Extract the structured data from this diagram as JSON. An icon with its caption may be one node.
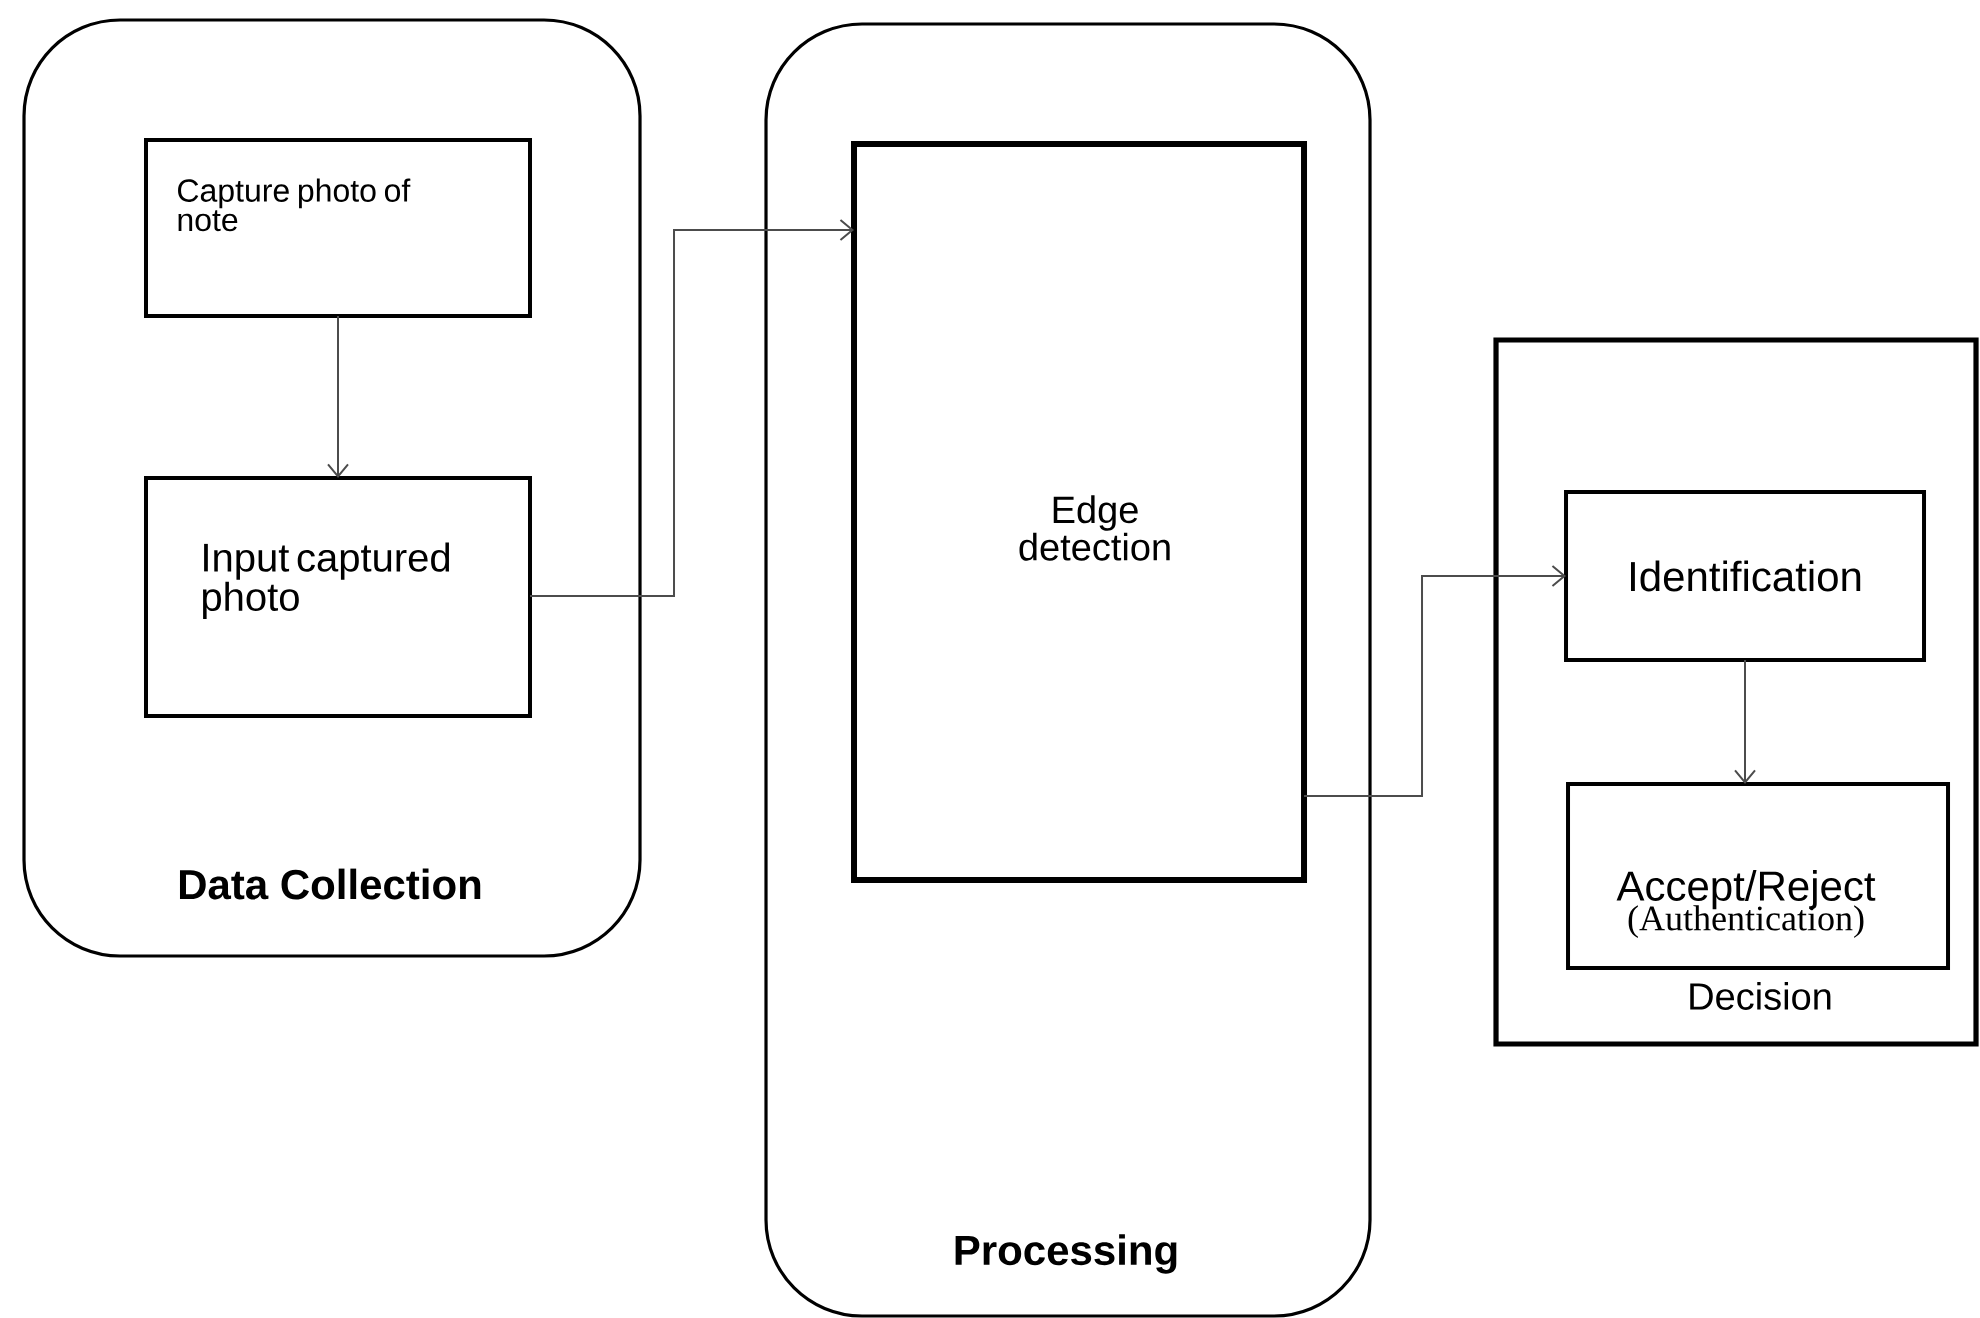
{
  "diagram": {
    "nodes": [
      {
        "text": [
          "Data Collection"
        ]
      },
      {
        "text": [
          "Capture photo of note"
        ],
        "in": 0
      },
      {
        "text": [
          "Input captured photo"
        ],
        "in": 0
      },
      {
        "text": [
          "Processing"
        ]
      },
      {
        "text": [
          "Edge detection"
        ],
        "in": 3
      },
      {
        "text": [
          "Decision"
        ]
      },
      {
        "text": [
          "Identification"
        ],
        "in": 5
      },
      {
        "text": [
          "Accept/Reject",
          "(Authentication)"
        ],
        "in": 5
      }
    ],
    "edges": [
      {
        "from": 1,
        "to": 2,
        "arrow": "to"
      },
      {
        "from": 2,
        "to": 4,
        "arrow": "to"
      },
      {
        "from": 4,
        "to": 6,
        "arrow": "to"
      },
      {
        "from": 6,
        "to": 7,
        "arrow": "to"
      }
    ]
  }
}
